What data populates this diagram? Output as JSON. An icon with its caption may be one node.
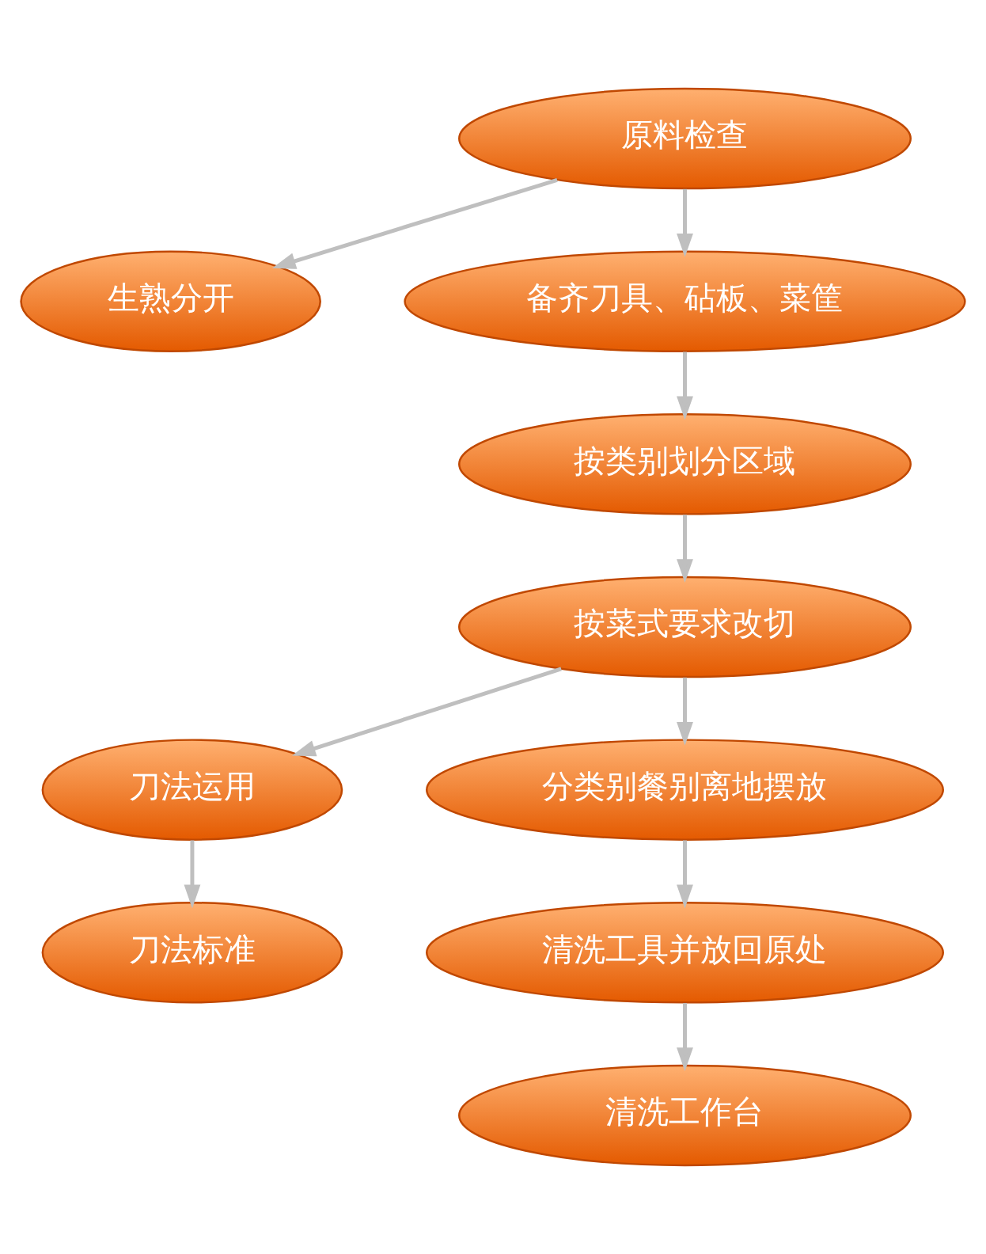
{
  "diagram": {
    "nodes": [
      {
        "text": [
          "原料检查"
        ]
      },
      {
        "text": [
          "生熟分开"
        ]
      },
      {
        "text": [
          "备齐刀具、砧板、菜筐"
        ]
      },
      {
        "text": [
          "按类别划分区域"
        ]
      },
      {
        "text": [
          "按菜式要求改切"
        ]
      },
      {
        "text": [
          "刀法运用"
        ]
      },
      {
        "text": [
          "分类别餐别离地摆放"
        ]
      },
      {
        "text": [
          "刀法标准"
        ]
      },
      {
        "text": [
          "清洗工具并放回原处"
        ]
      },
      {
        "text": [
          "清洗工作台"
        ]
      }
    ],
    "edges": [
      {
        "from": 0,
        "to": 2,
        "arrow": "to"
      },
      {
        "from": 0,
        "to": 1,
        "arrow": "to"
      },
      {
        "from": 2,
        "to": 3,
        "arrow": "to"
      },
      {
        "from": 3,
        "to": 4,
        "arrow": "to"
      },
      {
        "from": 4,
        "to": 5,
        "arrow": "to"
      },
      {
        "from": 4,
        "to": 6,
        "arrow": "to"
      },
      {
        "from": 5,
        "to": 7,
        "arrow": "to"
      },
      {
        "from": 6,
        "to": 8,
        "arrow": "to"
      },
      {
        "from": 8,
        "to": 9,
        "arrow": "to"
      }
    ]
  }
}
